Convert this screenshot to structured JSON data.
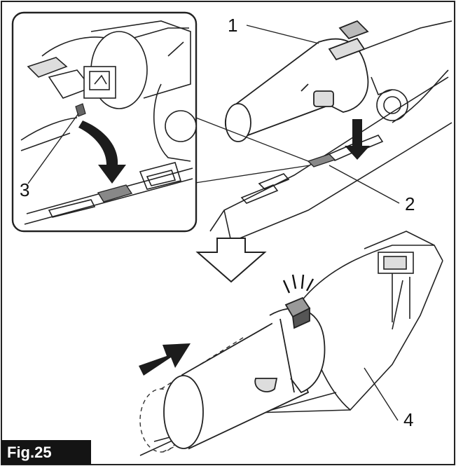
{
  "figure": {
    "label": "Fig.25",
    "callouts": [
      "1",
      "2",
      "3",
      "4"
    ],
    "icons": [
      "down-arrow-icon",
      "push-arrow-icon",
      "click-lines-icon"
    ]
  }
}
